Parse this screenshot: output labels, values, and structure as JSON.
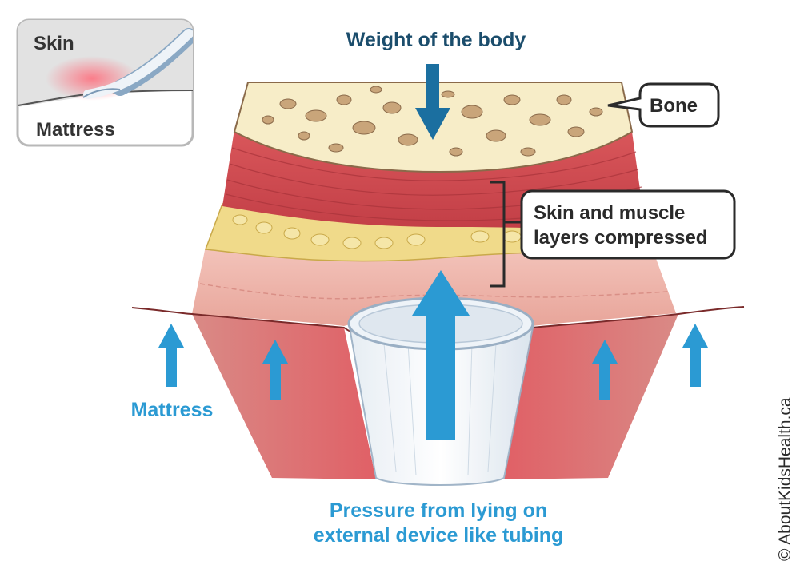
{
  "inset": {
    "skin_label": "Skin",
    "mattress_label": "Mattress"
  },
  "labels": {
    "weight": "Weight of the body",
    "bone": "Bone",
    "layers_line1": "Skin and muscle",
    "layers_line2": "layers compressed",
    "mattress": "Mattress",
    "pressure_line1": "Pressure from lying on",
    "pressure_line2": "external device like tubing",
    "copyright": "© AboutKidsHealth.ca"
  },
  "colors": {
    "arrow_blue": "#2b9ad3",
    "arrow_dark": "#1b6fa0",
    "title_dark": "#1b4d6c",
    "bone": "#f7edc8",
    "muscle": "#c9444a",
    "fat": "#f0da8a",
    "skin": "#f0b8ae"
  }
}
